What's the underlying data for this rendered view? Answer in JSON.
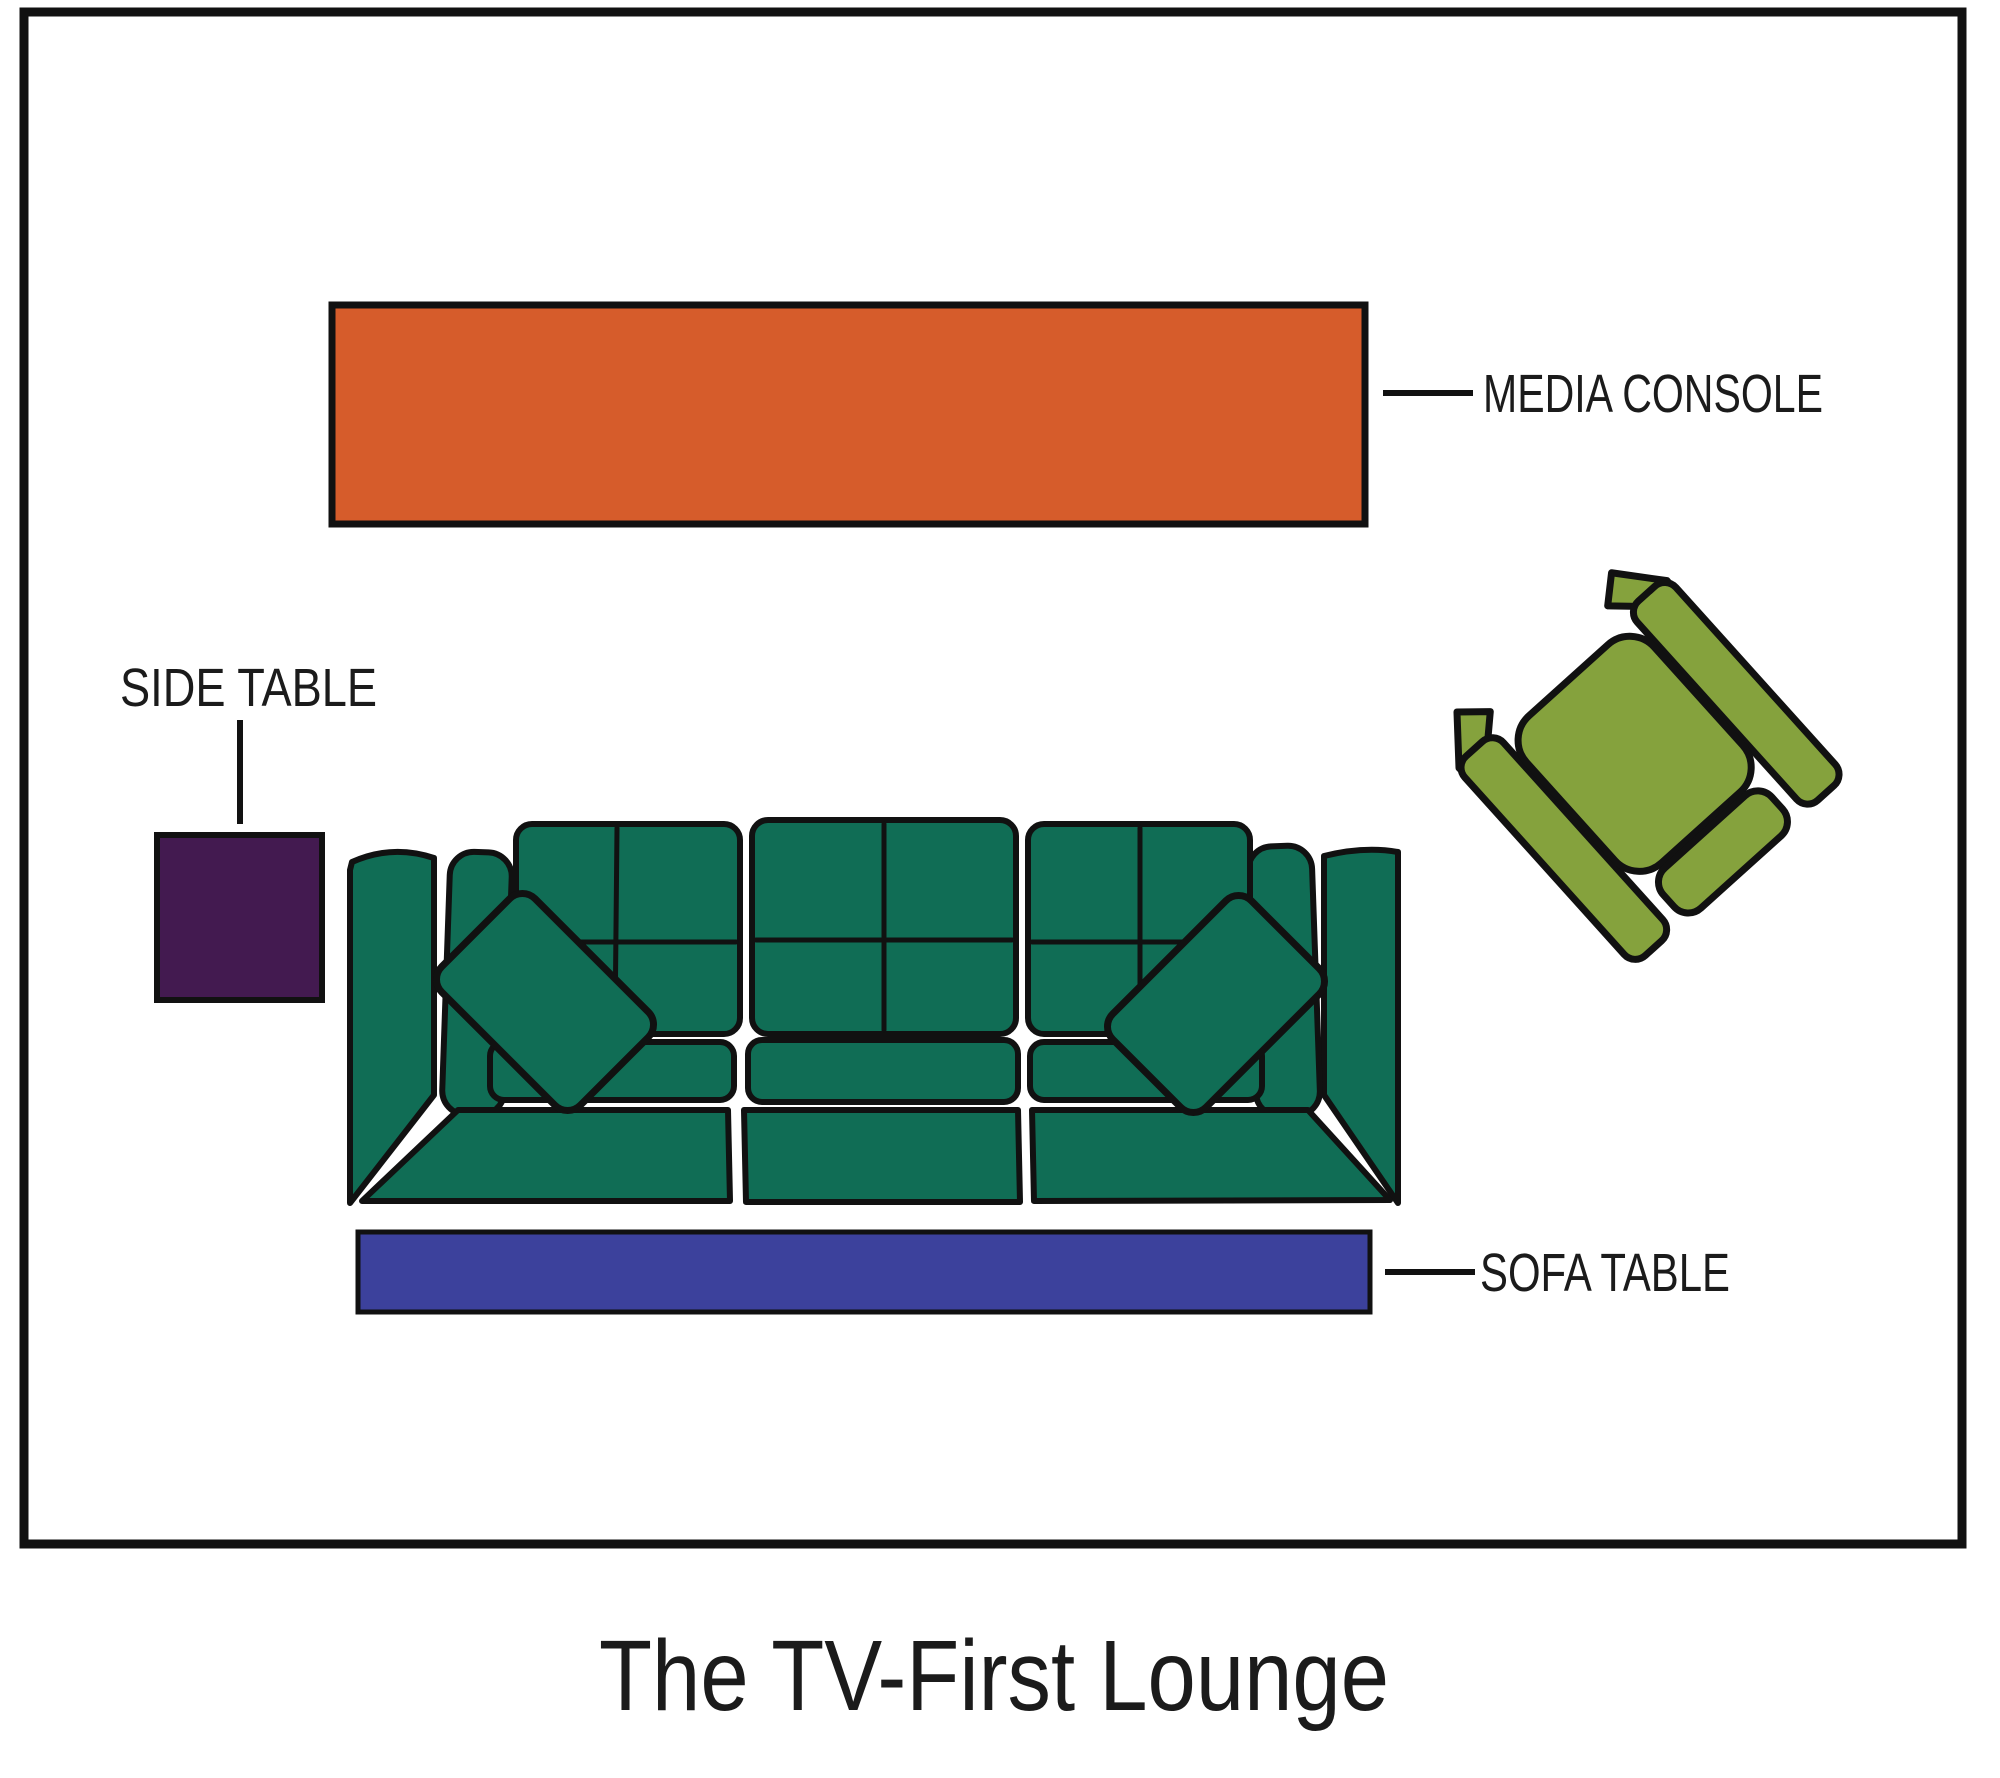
{
  "page_title": "The TV-First Lounge",
  "labels": {
    "media_console": "MEDIA CONSOLE",
    "side_table": "SIDE TABLE",
    "sofa_table": "SOFA TABLE"
  },
  "colors": {
    "background": "#ffffff",
    "outline": "#111111",
    "text": "#1b1b1b",
    "media_console": "#d65c2b",
    "side_table": "#431a50",
    "sofa": "#106d55",
    "sofa_table": "#3c419c",
    "armchair": "#85a23d"
  }
}
